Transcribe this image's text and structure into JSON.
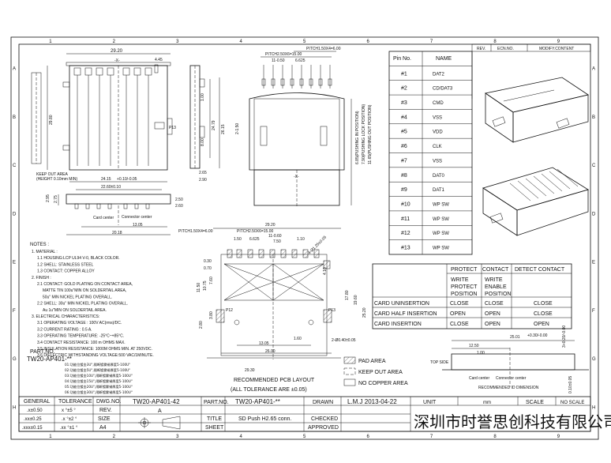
{
  "frame": {
    "col_numbers": [
      "1",
      "2",
      "3",
      "4",
      "5",
      "6",
      "7",
      "8",
      "9"
    ],
    "row_letters": [
      "A",
      "B",
      "C",
      "D",
      "E",
      "F",
      "G",
      "H"
    ]
  },
  "revision": {
    "headers": [
      "REV.",
      "ECN.NO.",
      "MODIFY.CONTENT"
    ]
  },
  "pin_table": {
    "headers": [
      "Pin No.",
      "NAME"
    ],
    "rows": [
      [
        "#1",
        "DAT2"
      ],
      [
        "#2",
        "CD/DAT3"
      ],
      [
        "#3",
        "CMD"
      ],
      [
        "#4",
        "VSS"
      ],
      [
        "#5",
        "VDD"
      ],
      [
        "#6",
        "CLK"
      ],
      [
        "#7",
        "VSS"
      ],
      [
        "#8",
        "DAT0"
      ],
      [
        "#9",
        "DAT1"
      ],
      [
        "#10",
        "WP SW"
      ],
      [
        "#11",
        "WP SW"
      ],
      [
        "#12",
        "WP SW"
      ],
      [
        "#13",
        "WP SW"
      ]
    ]
  },
  "switch_table": {
    "headers": [
      "PROTECT",
      "CONTACT",
      "DETECT CONTACT"
    ],
    "position_row": [
      [
        "WRITE",
        "PROTECT",
        "POSITION"
      ],
      [
        "WRITE",
        "ENABLE",
        "POSITION"
      ]
    ],
    "rows": [
      [
        "CARD UNINSERTION",
        "CLOSE",
        "CLOSE",
        "CLOSE"
      ],
      [
        "CARD HALF INSERTION",
        "OPEN",
        "OPEN",
        "CLOSE"
      ],
      [
        "CARD INSERTION",
        "CLOSE",
        "OPEN",
        "OPEN"
      ]
    ]
  },
  "notes": {
    "title": "NOTES :",
    "lines": [
      "1. MATERIAL :",
      "1.1 HOUSING:LCP UL94 V-0, BLACK COLOR.",
      "1.2 SHELL: STAINLESS STEEL",
      "1.3 CONTACT: COPPER ALLOY",
      "2. FINISH :",
      "2.1 CONTACT: GOLD PLATING ON CONTACT AREA,",
      "MATTE TIN 100u\"MIN ON SOLDERTAIL AREA,",
      "50u\" MIN NICKEL PLATING OVERALL.",
      "2.2 SHELL: 30u\" MIN NICKEL PLATING OVERALL.",
      "Au 1u\"MIN ON SOLDERTAIL AREA.",
      "3. ELECTRICAL CHARACTERISTICS:",
      "3.1 OPERATING VOLTAGE : 100V AC(rms)/DC.",
      "3.2 CURRENT RATING : 0.5 A.",
      "3.3 OPERATING TEMPERATURE: -25°C~+85°C.",
      "3.4 CONTACT RESISTANCE: 100 m OHMS MAX.",
      "3.5 INSULATION RESISTANCE: 1000M OHMS MIN. AT 250VDC.",
      "3.6 DIELECTRIC WITHSTANDING VOLTAGE:500 VAC/1MINUTE."
    ]
  },
  "part_no": {
    "label": "PART.NO.",
    "value": "TW20-AP401-**",
    "options": [
      "01:功能位镀金3U\",隔断镀雾锡厚度5-100U\"",
      "02:功能位镀金5U\",隔断镀雾锡厚度5-100U\"",
      "03:功能位镀金10U\",隔断镀雾锡厚度5-100U\"",
      "04:功能位镀金15U\",隔断镀雾锡厚度5-100U\"",
      "05:功能位镀金20U\",隔断镀雾锡厚度5-100U\"",
      "06:功能位镀金30U\",隔断镀雾锡厚度5-100U\""
    ]
  },
  "drawing_labels": {
    "keep_out": "KEEP OUT AREA",
    "keep_out_sub": "(HEIGHT 0.10mm MIN)",
    "card_center": "Card center",
    "connector_center": "Connector center",
    "pcb_title": "RECOMMENDED PCB LAYOUT",
    "pcb_tol": "(ALL TOLERANCE ARE ±0.05)",
    "top_side": "TOP SIDE",
    "card_center_b": "Card center",
    "connector_center_b": "Connector center",
    "recommended_dim": "RECOMMENDED ID DIMENSION",
    "pushing_in": "6.85(PUSHING IN POSITION)",
    "lock_pos": "7.90(PUSHING LOCK POSITION)",
    "out_pos": "11.65(PUSHING OUT POSITION)",
    "x_marker": "-X-"
  },
  "dims_top": {
    "d29_20": "29.20",
    "d445": "4.45",
    "d29_80": "29.80",
    "d1_00": "1.00",
    "d8_00": "8.00",
    "d24_79": "24.79",
    "d26_15": "26.15",
    "p13": "P13",
    "d24_15": "24.15",
    "d24_15_tol": "+0.10/-0.05",
    "d22_60": "22.60±0.10",
    "d20_18": "20.18",
    "d13_05": "13.05",
    "d2_75": "2.75",
    "d2_95": "2.95",
    "d2_50": "2.50",
    "d2_60": "2.60",
    "d2_65": "2.65",
    "d2_90": "2.90",
    "pitch_a": "PITCH2.50X6=15.00",
    "pitch_b": "PITCH1.50X4=6.00",
    "d11_0_50": "11-0.50",
    "d6_625": "6.625",
    "d2_150": "2-1.50",
    "d1_05": "1.05"
  },
  "dims_pcb": {
    "d29_20": "29.20",
    "pitch_c": "PITCH2.50X6=15.00",
    "pitch_d": "PITCH1.50X4=6.00",
    "d1_50": "1.50",
    "d6_625": "6.625",
    "d11_0_60": "11-0.60",
    "d7_50": "7.50",
    "d1_10": "1.10",
    "hole": "4-Ø1.25±0.05",
    "d0_30": "0.30",
    "d0_70": "0.70",
    "d11_50": "11.50",
    "d10_75": "10.75",
    "d7_60": "7.60",
    "d3_80": "3.80",
    "d2_80": "2.80",
    "d13_05": "13.05",
    "d1_60": "1.60",
    "d4_10": "4.10",
    "d17_80": "17.80",
    "d19_60": "19.60",
    "d25_20": "25.20",
    "d29_30": "29.30",
    "d26_00": "26.00",
    "p12": "P12",
    "p13": "P13",
    "hole2": "2-Ø0.40±0.05"
  },
  "dims_id": {
    "d25_01": "25.01",
    "d25_01_tol": "+0.30/-0.00",
    "d12_50": "12.50",
    "d1_00": "1.00",
    "d3_tol": "3+0.20/-0.00",
    "d0_10": "0.10±0.05"
  },
  "legend": [
    "PAD AREA",
    "KEEP OUT AREA",
    "NO COPPER AREA"
  ],
  "title_block": {
    "general_tol": "GENERAL",
    "tolerance": "TOLERANCE",
    "dwg_no_label": "DWG.NO.",
    "dwg_no": "TW20-AP401-42",
    "part_no_label": "PART.NO.",
    "part_no": "TW20-AP401-**",
    "drawn_label": "DRAWN",
    "drawn_value": "L.M.J 2013-04-22",
    "unit_label": "UNIT",
    "unit_value": "mm",
    "scale_label": "SCALE",
    "scale_value": "NO SCALE",
    "tol_rows": [
      [
        ".x±0.50",
        "x °±5 °"
      ],
      [
        ".xx±0.25",
        ".x °±2 °"
      ],
      [
        ".xxx±0.15",
        ".xx °±1 °"
      ]
    ],
    "rev_label": "REV.",
    "rev_value": "A",
    "size_label": "SIZE",
    "size_value": "A4",
    "title_label": "TITLE",
    "title_value": "SD Push H2.65 conn.",
    "checked_label": "CHECKED",
    "sheet_label": "SHEET",
    "approved_label": "APPROVED",
    "company": "深圳市时誉思创科技有限公司"
  }
}
